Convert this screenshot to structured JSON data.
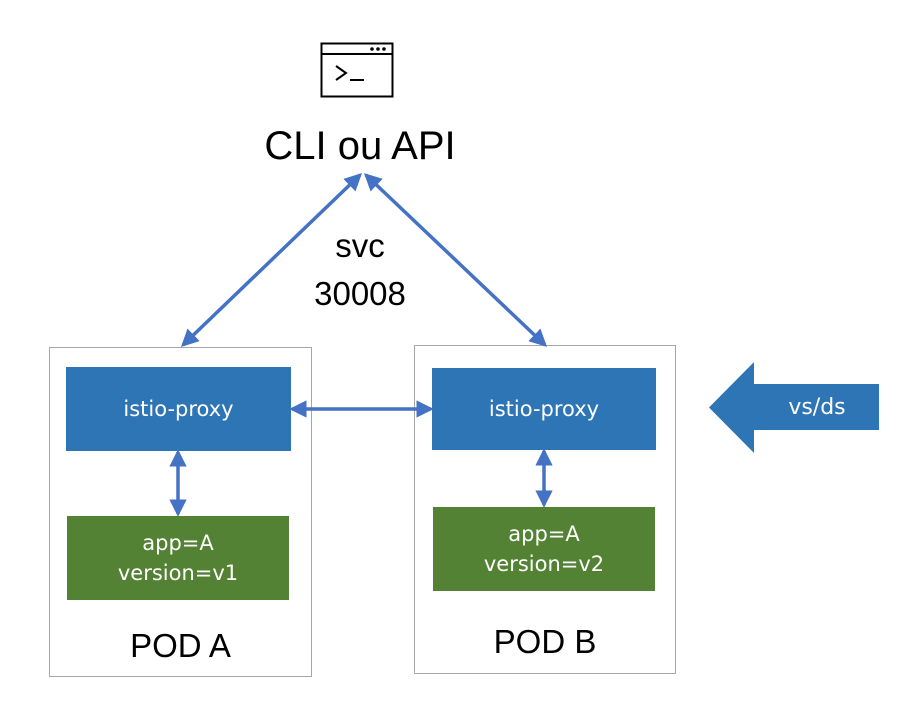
{
  "header": {
    "title": "CLI ou API",
    "icon": "terminal-icon"
  },
  "service": {
    "name": "svc",
    "port": "30008"
  },
  "pods": [
    {
      "label": "POD A",
      "proxy": "istio-proxy",
      "app": "app=A\nversion=v1"
    },
    {
      "label": "POD B",
      "proxy": "istio-proxy",
      "app": "app=A\nversion=v2"
    }
  ],
  "config_arrow": {
    "label": "vs/ds"
  },
  "colors": {
    "proxy": "#2e75b6",
    "app": "#548235",
    "connector": "#4472c4",
    "pod_border": "#a6a6a6"
  }
}
